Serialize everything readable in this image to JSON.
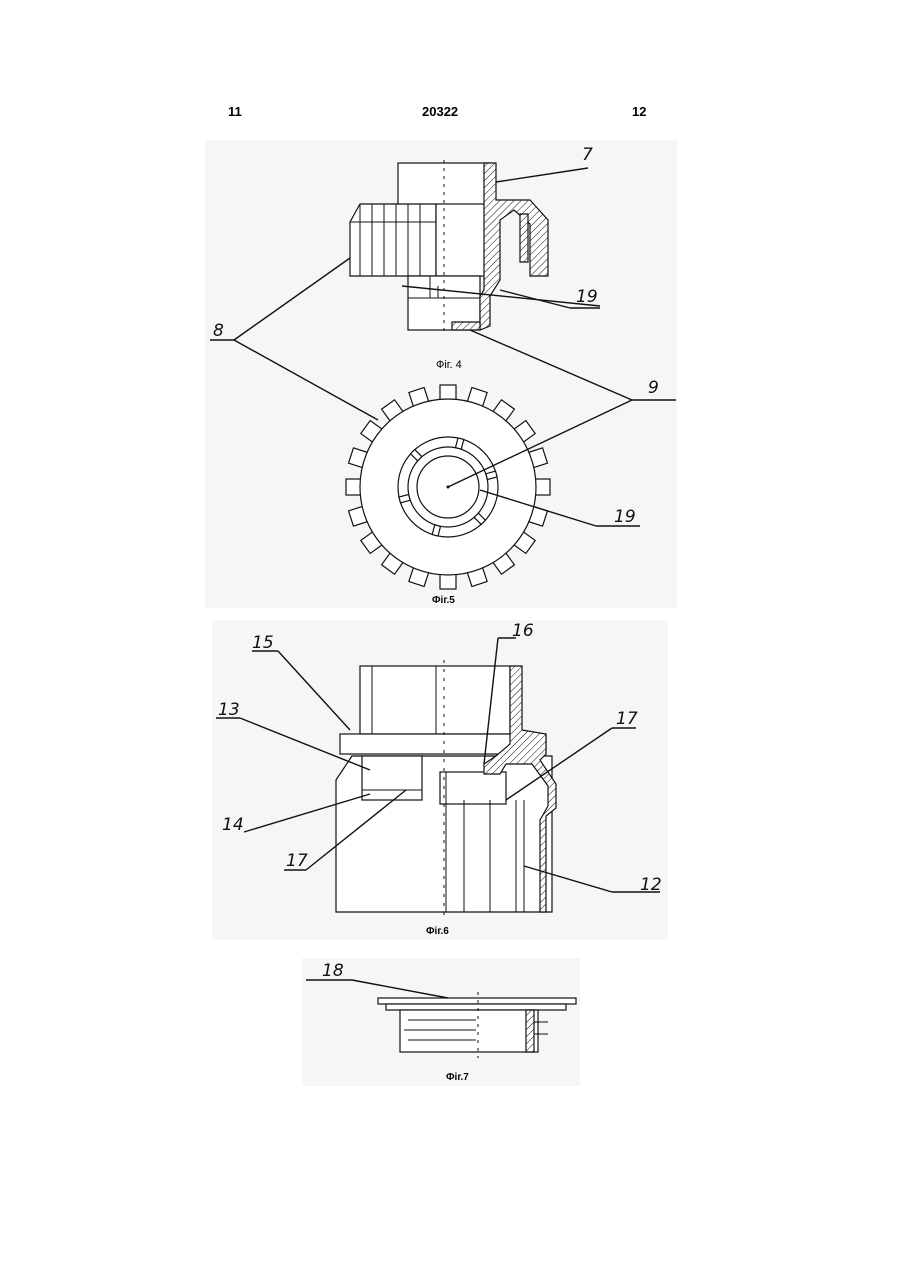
{
  "header": {
    "page_left": "11",
    "patent_number": "20322",
    "page_right": "12"
  },
  "figures": {
    "fig4": {
      "caption": "Фіг. 4",
      "labels": {
        "l7": "7",
        "l8": "8",
        "l19": "19",
        "l9": "9"
      }
    },
    "fig5": {
      "caption": "Фіг.5",
      "labels": {
        "l19": "19"
      }
    },
    "fig6": {
      "caption": "Фіг.6",
      "labels": {
        "l15": "15",
        "l16": "16",
        "l13": "13",
        "l17a": "17",
        "l14": "14",
        "l17b": "17",
        "l12": "12"
      }
    },
    "fig7": {
      "caption": "Фіг.7",
      "labels": {
        "l18": "18"
      }
    }
  }
}
